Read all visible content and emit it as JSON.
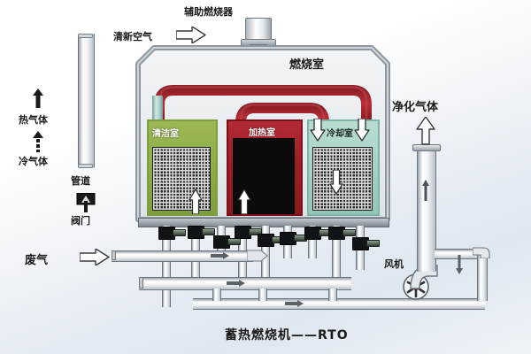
{
  "diagram": {
    "title": "蓄热燃烧机——RTO",
    "legend": {
      "hot_gas": "热气体",
      "cold_gas": "冷气体",
      "pipeline": "管道",
      "valve": "阀门"
    },
    "flow_labels": {
      "fresh_air": "清新空气",
      "auxiliary_burner": "辅助燃烧器",
      "combustion_chamber": "燃烧室",
      "purified_gas": "净化气体",
      "waste_gas": "废气",
      "fan": "风机"
    },
    "chambers": [
      {
        "id": "clean",
        "label": "清洁室",
        "color": "#8fae4a"
      },
      {
        "id": "heating",
        "label": "加热室",
        "color": "#a8202a"
      },
      {
        "id": "cooling",
        "label": "冷却室",
        "color": "#9fd3c6"
      }
    ],
    "colors": {
      "hot_pipe": "#8e1d24",
      "cold_pipe": "#bfe0d8",
      "housing": "#8e979f",
      "media": "#2b2b2b",
      "background": "#e7edf3",
      "text": "#1a1a1a"
    }
  }
}
